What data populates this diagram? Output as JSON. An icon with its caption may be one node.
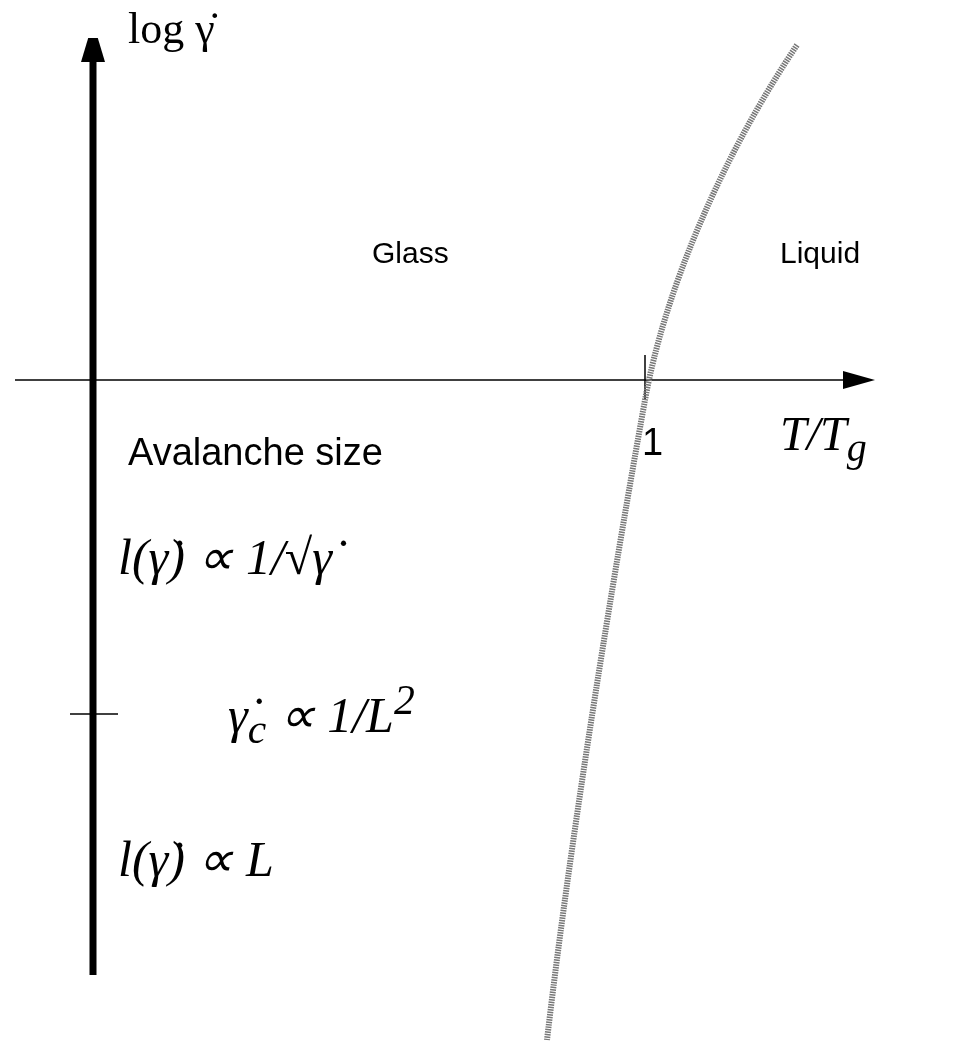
{
  "diagram": {
    "labels": [
      "log γ̇",
      "Glass",
      "Liquid",
      "1",
      "T/T$_{g}$",
      "Avalanche size",
      "l(γ̇) ∝ 1/√γ̇",
      "γ̇$_{c}$ ∝ 1/L$^{2}$",
      "l(γ̇) ∝ L"
    ]
  }
}
